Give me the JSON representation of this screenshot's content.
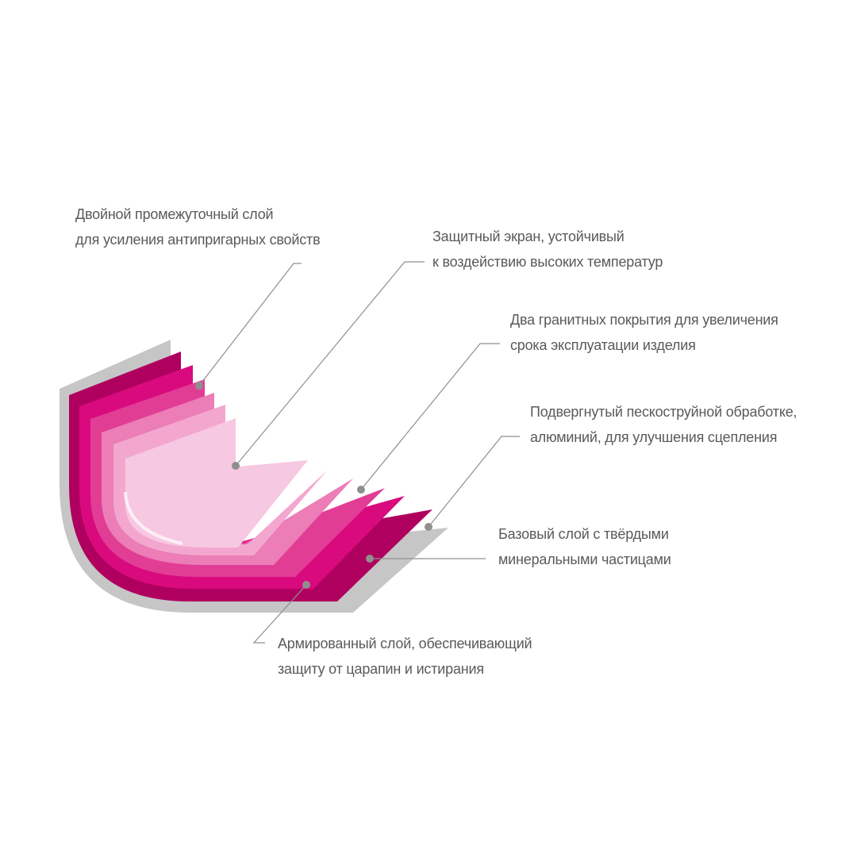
{
  "colors": {
    "shadow": "#c6c6c6",
    "base_layer": "#b0005f",
    "reinforced_layer": "#d90a7e",
    "granite_layer_1": "#e23d95",
    "granite_layer_2": "#ec7db6",
    "intermediate_layer": "#f3a7cf",
    "protective_screen": "#f7c8e2",
    "label_text": "#5a5a5a",
    "callout_line": "#8f8f8f"
  },
  "labels": [
    {
      "id": "intermediate",
      "lines": [
        "Двойной промежуточный слой",
        "для усиления антипригарных свойств"
      ]
    },
    {
      "id": "protective",
      "lines": [
        "Защитный экран, устойчивый",
        "к воздействию высоких температур"
      ]
    },
    {
      "id": "granite",
      "lines": [
        "Два гранитных покрытия для увеличения",
        "срока эксплуатации изделия"
      ]
    },
    {
      "id": "aluminium",
      "lines": [
        "Подвергнутый пескоструйной обработке,",
        "алюминий, для улучшения сцепления"
      ]
    },
    {
      "id": "base",
      "lines": [
        "Базовый слой с твёрдыми",
        "минеральными частицами"
      ]
    },
    {
      "id": "reinforced",
      "lines": [
        "Армированный слой, обеспечивающий",
        "защиту от царапин и истирания"
      ]
    }
  ]
}
